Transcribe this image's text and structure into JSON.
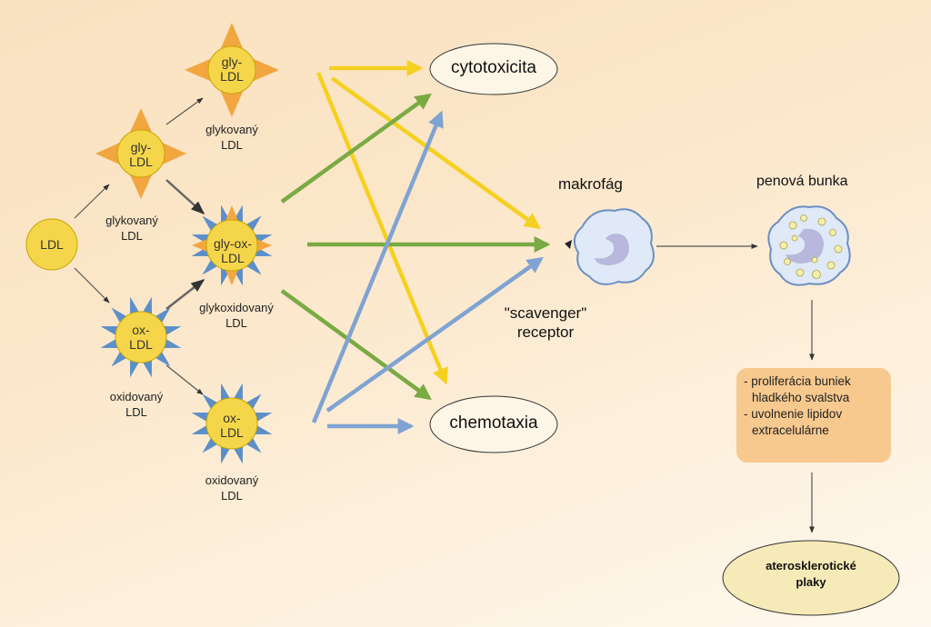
{
  "nodes": {
    "ldl": "LDL",
    "gly_top": [
      "gly-",
      "LDL"
    ],
    "gly_mid": [
      "gly-",
      "LDL"
    ],
    "glyox": [
      "gly-ox-",
      "LDL"
    ],
    "ox_mid": [
      "ox-",
      "LDL"
    ],
    "ox_bot": [
      "ox-",
      "LDL"
    ]
  },
  "labels": {
    "gly_top": [
      "glykovaný",
      "LDL"
    ],
    "gly_mid": [
      "glykovaný",
      "LDL"
    ],
    "glyox": [
      "glykoxidovaný",
      "LDL"
    ],
    "ox_mid": [
      "oxidovaný",
      "LDL"
    ],
    "ox_bot": [
      "oxidovaný",
      "LDL"
    ]
  },
  "outcomes": {
    "cytotoxicity": "cytotoxicita",
    "chemotaxis": "chemotaxia"
  },
  "macrophage": "makrofág",
  "foam_cell": "penová bunka",
  "scavenger": [
    "\"scavenger\"",
    "receptor"
  ],
  "effects": [
    "- proliferácia buniek",
    "hladkého svalstva",
    "- uvolnenie lipidov",
    "extracelulárne"
  ],
  "plaque": [
    "aterosklerotické",
    "plaky"
  ],
  "colors": {
    "yellow": "#f5d020",
    "green": "#7aaa44",
    "blue": "#7fa3d2",
    "orange_star": "#f2a640",
    "blue_star": "#5b8fc9",
    "node_fill": "#f5d64a"
  }
}
